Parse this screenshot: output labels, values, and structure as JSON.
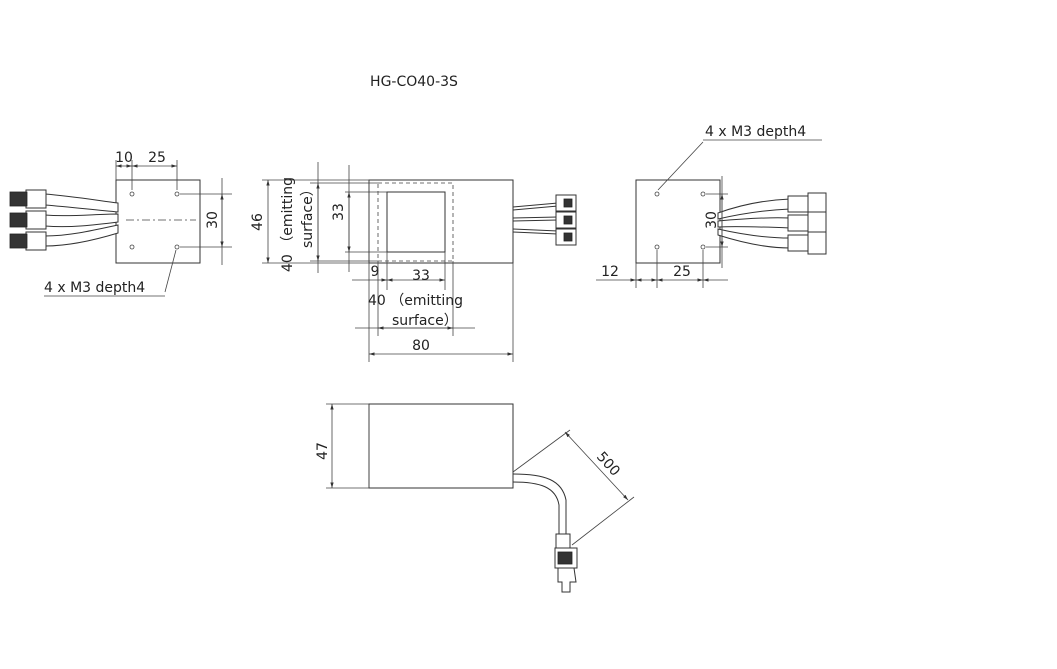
{
  "title": "HG-CO40-3S",
  "callouts": {
    "mount_holes_left": "4 x  M3 depth4",
    "mount_holes_right": "4 x  M3 depth4"
  },
  "dimensions": {
    "left_view": {
      "top_a": "10",
      "top_b": "25",
      "right": "30"
    },
    "front_view": {
      "height_outer": "46",
      "height_emit_v": "40 （emitting\nsurface）",
      "height_inner": "33",
      "offset": "9",
      "inner_width": "33",
      "emit_h_line1": "40 （emitting",
      "emit_h_line2": "surface）",
      "length": "80"
    },
    "right_view": {
      "vertical": "30",
      "bottom_a": "12",
      "bottom_b": "25"
    },
    "side_view": {
      "height": "47",
      "cable_length": "500"
    }
  },
  "colors": {
    "line": "#333333",
    "background": "#ffffff"
  }
}
